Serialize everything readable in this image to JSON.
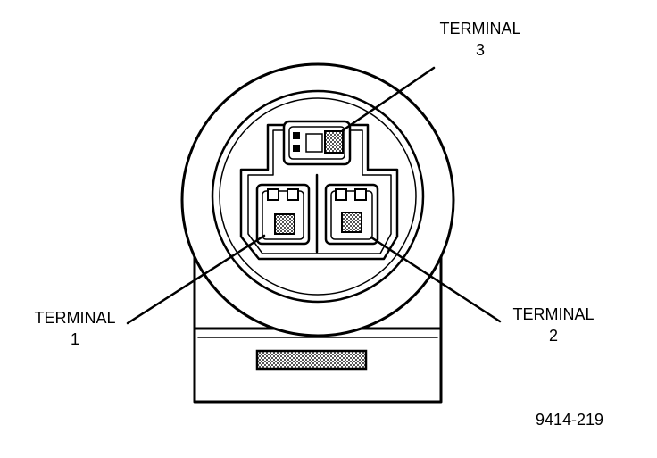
{
  "labels": {
    "terminal3": {
      "line1": "TERMINAL",
      "line2": "3"
    },
    "terminal1": {
      "line1": "TERMINAL",
      "line2": "1"
    },
    "terminal2": {
      "line1": "TERMINAL",
      "line2": "2"
    }
  },
  "figure_id": "9414-219",
  "colors": {
    "ink": "#000000",
    "paper": "#ffffff",
    "hatch": "#9a9a9a"
  }
}
